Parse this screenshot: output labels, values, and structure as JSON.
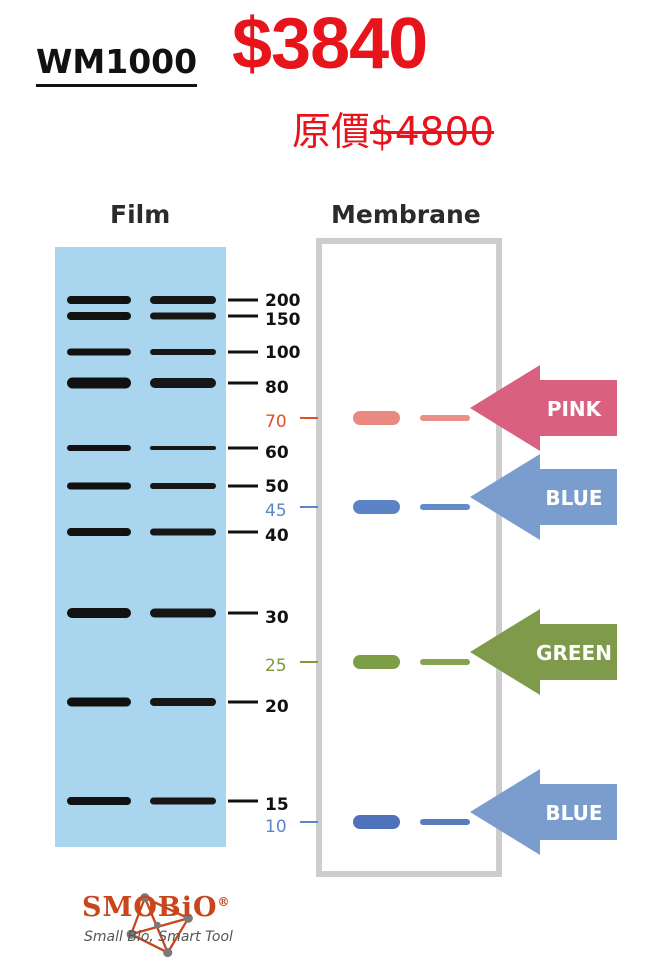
{
  "header": {
    "product_code": "WM1000",
    "sale_price": "$3840",
    "original_price_label": "原價",
    "original_price_value": "$4800"
  },
  "panels": {
    "film_title": "Film",
    "membrane_title": "Membrane"
  },
  "markers": [
    {
      "label": "200",
      "color": "#111111"
    },
    {
      "label": "150",
      "color": "#111111"
    },
    {
      "label": "100",
      "color": "#111111"
    },
    {
      "label": "80",
      "color": "#111111"
    },
    {
      "label": "70",
      "color": "#e0502a"
    },
    {
      "label": "60",
      "color": "#111111"
    },
    {
      "label": "50",
      "color": "#111111"
    },
    {
      "label": "45",
      "color": "#5b86c6"
    },
    {
      "label": "40",
      "color": "#111111"
    },
    {
      "label": "30",
      "color": "#111111"
    },
    {
      "label": "25",
      "color": "#7c9a3a"
    },
    {
      "label": "20",
      "color": "#111111"
    },
    {
      "label": "15",
      "color": "#111111"
    },
    {
      "label": "10",
      "color": "#5b86c6"
    }
  ],
  "stained_bands": [
    {
      "label": "PINK",
      "marker": "70",
      "color": "#d9607e",
      "band_color": "#e57c74"
    },
    {
      "label": "BLUE",
      "marker": "45",
      "color": "#7b9dce",
      "band_color": "#4a76c0"
    },
    {
      "label": "GREEN",
      "marker": "25",
      "color": "#7f9a4a",
      "band_color": "#6f9433"
    },
    {
      "label": "BLUE",
      "marker": "10",
      "color": "#7b9dce",
      "band_color": "#3d63b3"
    }
  ],
  "logo": {
    "name": "SMOBiO",
    "registered": "®",
    "tagline": "Small Bio, Smart Tool"
  },
  "colors": {
    "price_red": "#e8141c",
    "film_blue": "#a9d5ef",
    "membrane_border": "#cdcdcd",
    "logo_orange": "#c9451c"
  }
}
